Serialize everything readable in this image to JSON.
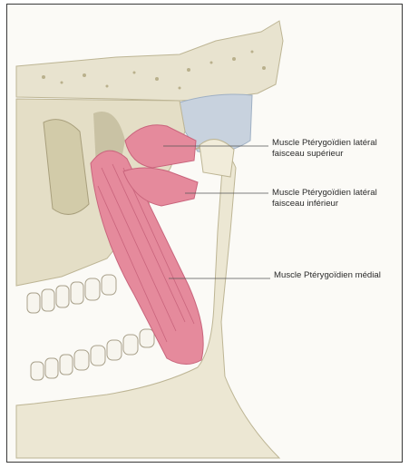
{
  "labels": {
    "lateral_superior": {
      "line1": "Muscle Ptérygoïdien latéral",
      "line2": "faisceau supérieur"
    },
    "lateral_inferior": {
      "line1": "Muscle Ptérygoïdien latéral",
      "line2": "faisceau inférieur"
    },
    "medial": {
      "line1": "Muscle Ptérygoïdien médial"
    }
  },
  "colors": {
    "bone": "#e8e3cf",
    "bone_shadow": "#c9c2a4",
    "muscle": "#e58a9c",
    "muscle_dark": "#c9647c",
    "disc": "#c8d2de",
    "leader": "#555555"
  }
}
